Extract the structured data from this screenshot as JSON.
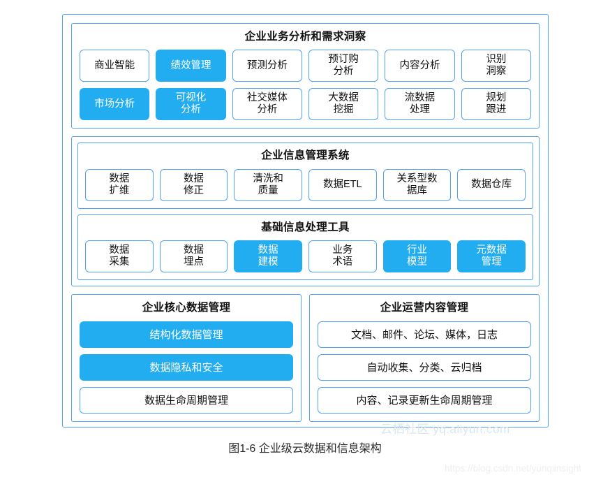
{
  "figure": {
    "caption": "图1-6 企业级云数据和信息架构",
    "accent_color": "#22adf0",
    "border_color": "#51a2f5"
  },
  "watermarks": {
    "aliyun": "云栖社区 yq.aliyun.com",
    "csdn": "https://blog.csdn.net/yunqiinsight"
  },
  "sections": {
    "business_analysis": {
      "title": "企业业务分析和需求洞察",
      "row1": [
        {
          "label": "商业智能",
          "filled": false
        },
        {
          "label": "绩效管理",
          "filled": true
        },
        {
          "label": "预测分析",
          "filled": false
        },
        {
          "label": "预订购\n分析",
          "filled": false
        },
        {
          "label": "内容分析",
          "filled": false
        },
        {
          "label": "识别\n洞察",
          "filled": false
        }
      ],
      "row2": [
        {
          "label": "市场分析",
          "filled": true
        },
        {
          "label": "可视化\n分析",
          "filled": true
        },
        {
          "label": "社交媒体\n分析",
          "filled": false
        },
        {
          "label": "大数据\n挖掘",
          "filled": false
        },
        {
          "label": "流数据\n处理",
          "filled": false
        },
        {
          "label": "规划\n跟进",
          "filled": false
        }
      ]
    },
    "information_management": {
      "title": "企业信息管理系统",
      "items": [
        {
          "label": "数据\n扩维",
          "filled": false
        },
        {
          "label": "数据\n修正",
          "filled": false
        },
        {
          "label": "清洗和\n质量",
          "filled": false
        },
        {
          "label": "数据ETL",
          "filled": false
        },
        {
          "label": "关系型数\n据库",
          "filled": false
        },
        {
          "label": "数据仓库",
          "filled": false
        }
      ]
    },
    "processing_tools": {
      "title": "基础信息处理工具",
      "items": [
        {
          "label": "数据\n采集",
          "filled": false
        },
        {
          "label": "数据\n埋点",
          "filled": false
        },
        {
          "label": "数据\n建模",
          "filled": true
        },
        {
          "label": "业务\n术语",
          "filled": false
        },
        {
          "label": "行业\n模型",
          "filled": true
        },
        {
          "label": "元数据\n管理",
          "filled": true
        }
      ]
    },
    "core_data_management": {
      "title": "企业核心数据管理",
      "items": [
        {
          "label": "结构化数据管理",
          "filled": true
        },
        {
          "label": "数据隐私和安全",
          "filled": true
        },
        {
          "label": "数据生命周期管理",
          "filled": false
        }
      ]
    },
    "operational_content_management": {
      "title": "企业运营内容管理",
      "items": [
        {
          "label": "文档、邮件、论坛、媒体，日志",
          "filled": false
        },
        {
          "label": "自动收集、分类、云归档",
          "filled": false
        },
        {
          "label": "内容、记录更新生命周期管理",
          "filled": false
        }
      ]
    }
  }
}
